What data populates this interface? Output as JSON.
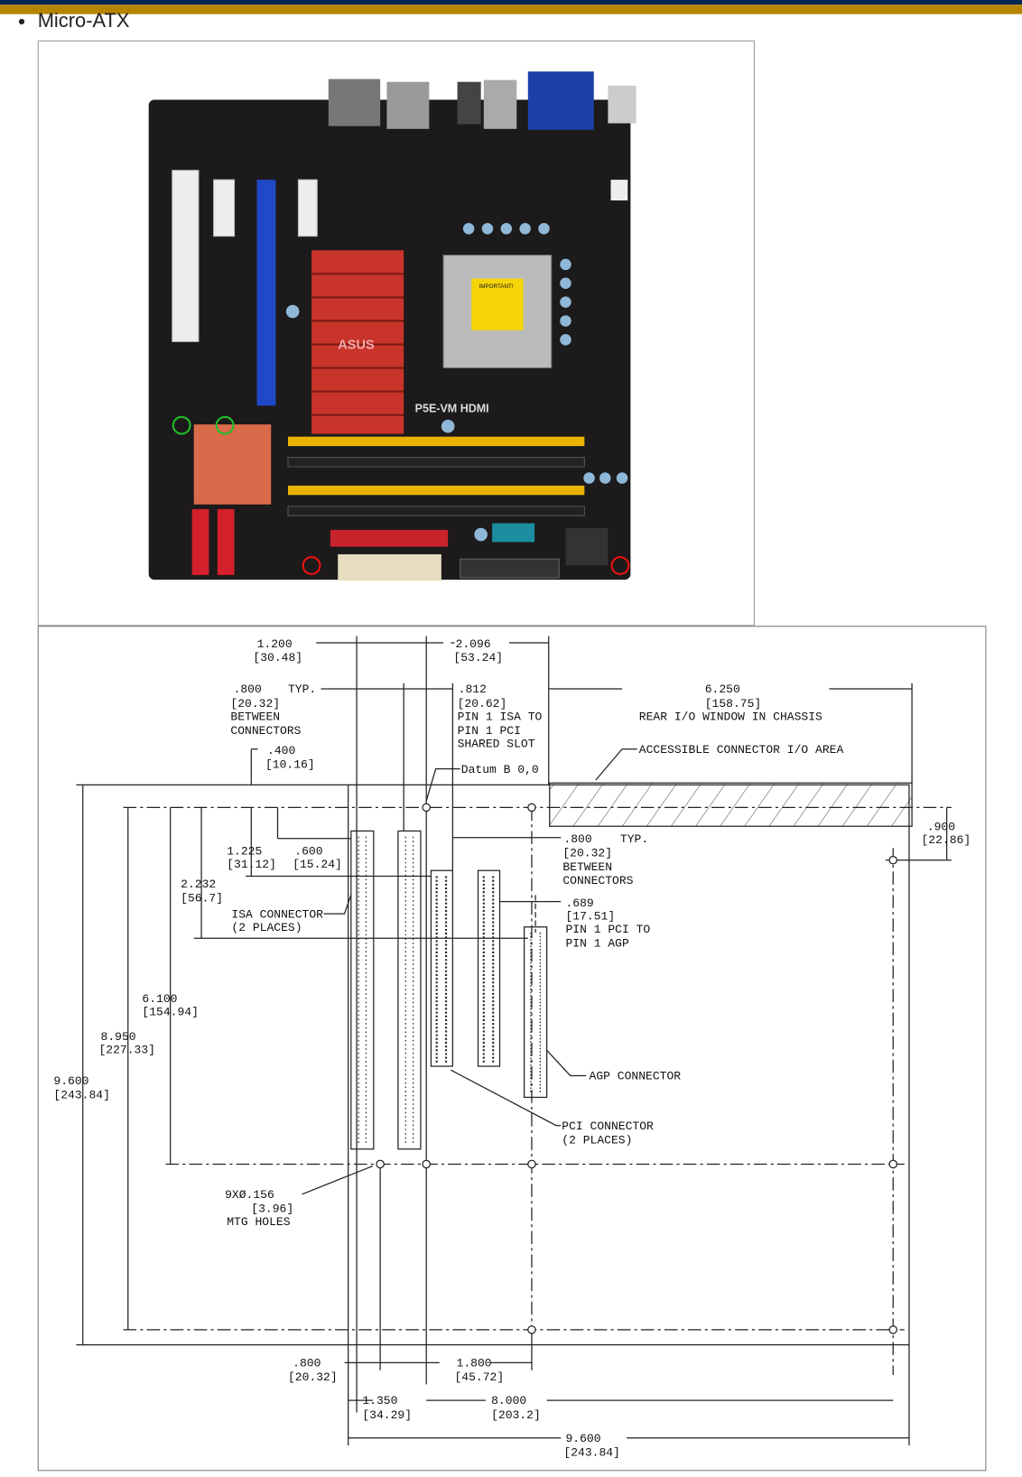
{
  "header": {
    "bullet_item": "Micro-ATX"
  },
  "colors": {
    "navy_bar": "#002654",
    "gold_bar": "#b58500"
  },
  "photo": {
    "board_label": "P5E-VM HDMI",
    "brand": "ASUS",
    "warning_label": "IMPORTANT!"
  },
  "diagram": {
    "labels": [
      "1.200",
      "[30.48]",
      "2.096",
      "[53.24]",
      ".800",
      "TYP.",
      "[20.32]",
      "BETWEEN",
      "CONNECTORS",
      ".812",
      "[20.62]",
      "PIN 1 ISA TO",
      "PIN 1 PCI",
      "SHARED SLOT",
      "6.250",
      "[158.75]",
      "REAR I/O WINDOW IN CHASSIS",
      "ACCESSIBLE CONNECTOR I/O AREA",
      ".400",
      "[10.16]",
      "Datum B 0,0",
      ".900",
      "[22.86]",
      "1.225",
      "[31.12]",
      ".600",
      "[15.24]",
      ".800",
      "TYP.",
      "[20.32]",
      "BETWEEN",
      "CONNECTORS",
      "2.232",
      "[56.7]",
      ".689",
      "[17.51]",
      "PIN 1 PCI TO",
      "PIN 1 AGP",
      "ISA CONNECTOR",
      "(2 PLACES)",
      "6.100",
      "[154.94]",
      "8.950",
      "[227.33]",
      "9.600",
      "[243.84]",
      "AGP CONNECTOR",
      "PCI CONNECTOR",
      "(2 PLACES)",
      "9XØ.156",
      "[3.96]",
      "MTG HOLES",
      ".800",
      "[20.32]",
      "1.800",
      "[45.72]",
      "1.350",
      "[34.29]",
      "8.000",
      "[203.2]",
      "9.600",
      "[243.84]"
    ]
  }
}
